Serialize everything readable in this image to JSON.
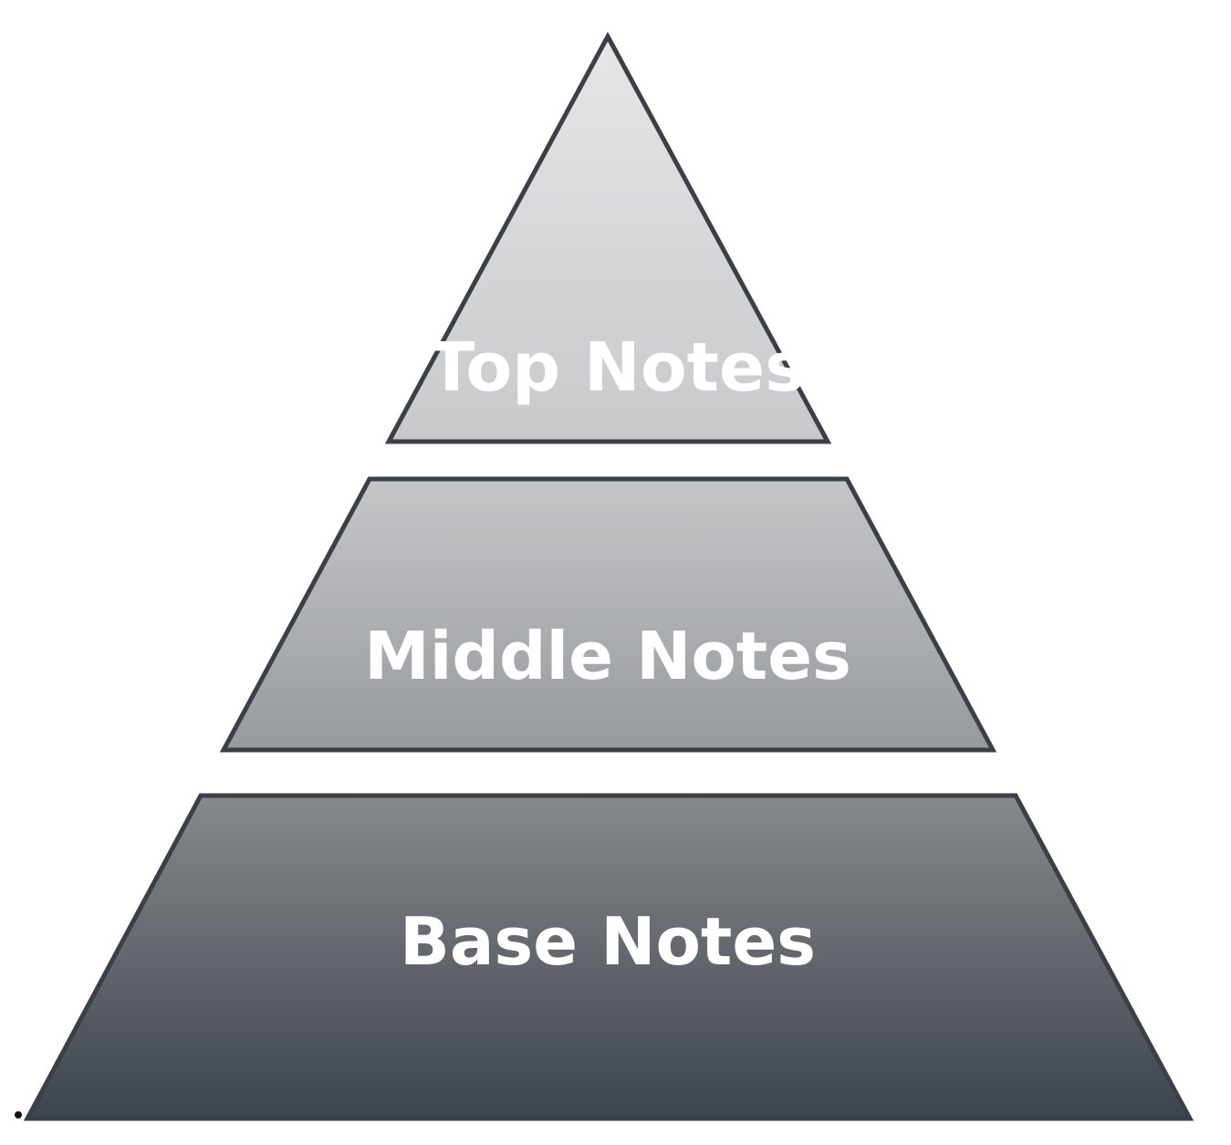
{
  "diagram": {
    "type": "pyramid",
    "tiers": [
      {
        "label": "Top Notes"
      },
      {
        "label": "Middle Notes"
      },
      {
        "label": "Base Notes"
      }
    ],
    "colors": {
      "outline": "#3a4046",
      "top_gradient": [
        "#e6e6e6",
        "#c7c9cb"
      ],
      "middle_gradient": [
        "#c4c6c8",
        "#979a9d"
      ],
      "base_gradient": [
        "#868a8e",
        "#3d444b"
      ],
      "label": "#ffffff"
    }
  }
}
